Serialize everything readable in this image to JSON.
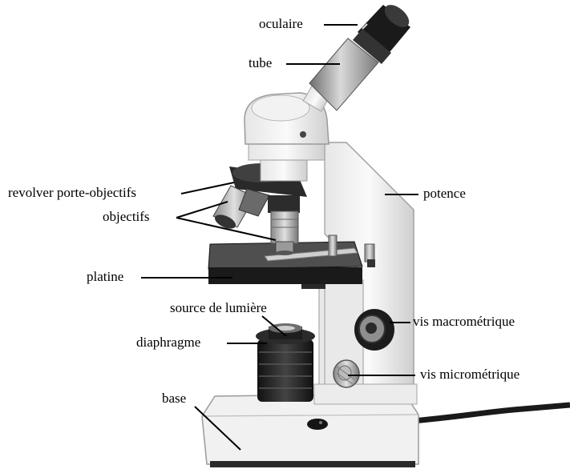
{
  "labels": {
    "oculaire": "oculaire",
    "tube": "tube",
    "revolver": "revolver porte-objectifs",
    "objectifs": "objectifs",
    "potence": "potence",
    "platine": "platine",
    "source": "source de lumière",
    "diaphragme": "diaphragme",
    "vis_macro": "vis macrométrique",
    "vis_micro": "vis micrométrique",
    "base": "base"
  }
}
